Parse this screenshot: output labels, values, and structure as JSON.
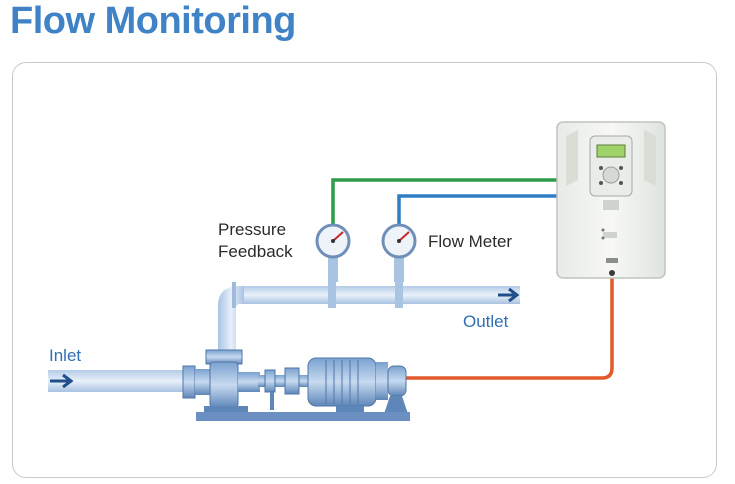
{
  "title": "Flow Monitoring",
  "labels": {
    "pressure_line1": "Pressure",
    "pressure_line2": "Feedback",
    "flow_meter": "Flow Meter",
    "outlet": "Outlet",
    "inlet": "Inlet"
  },
  "colors": {
    "title": "#3f83c6",
    "pressure_wire": "#2e9b48",
    "flowmeter_wire": "#2f7dc4",
    "motor_wire": "#e2592a",
    "pipe": "#c9dbef"
  }
}
